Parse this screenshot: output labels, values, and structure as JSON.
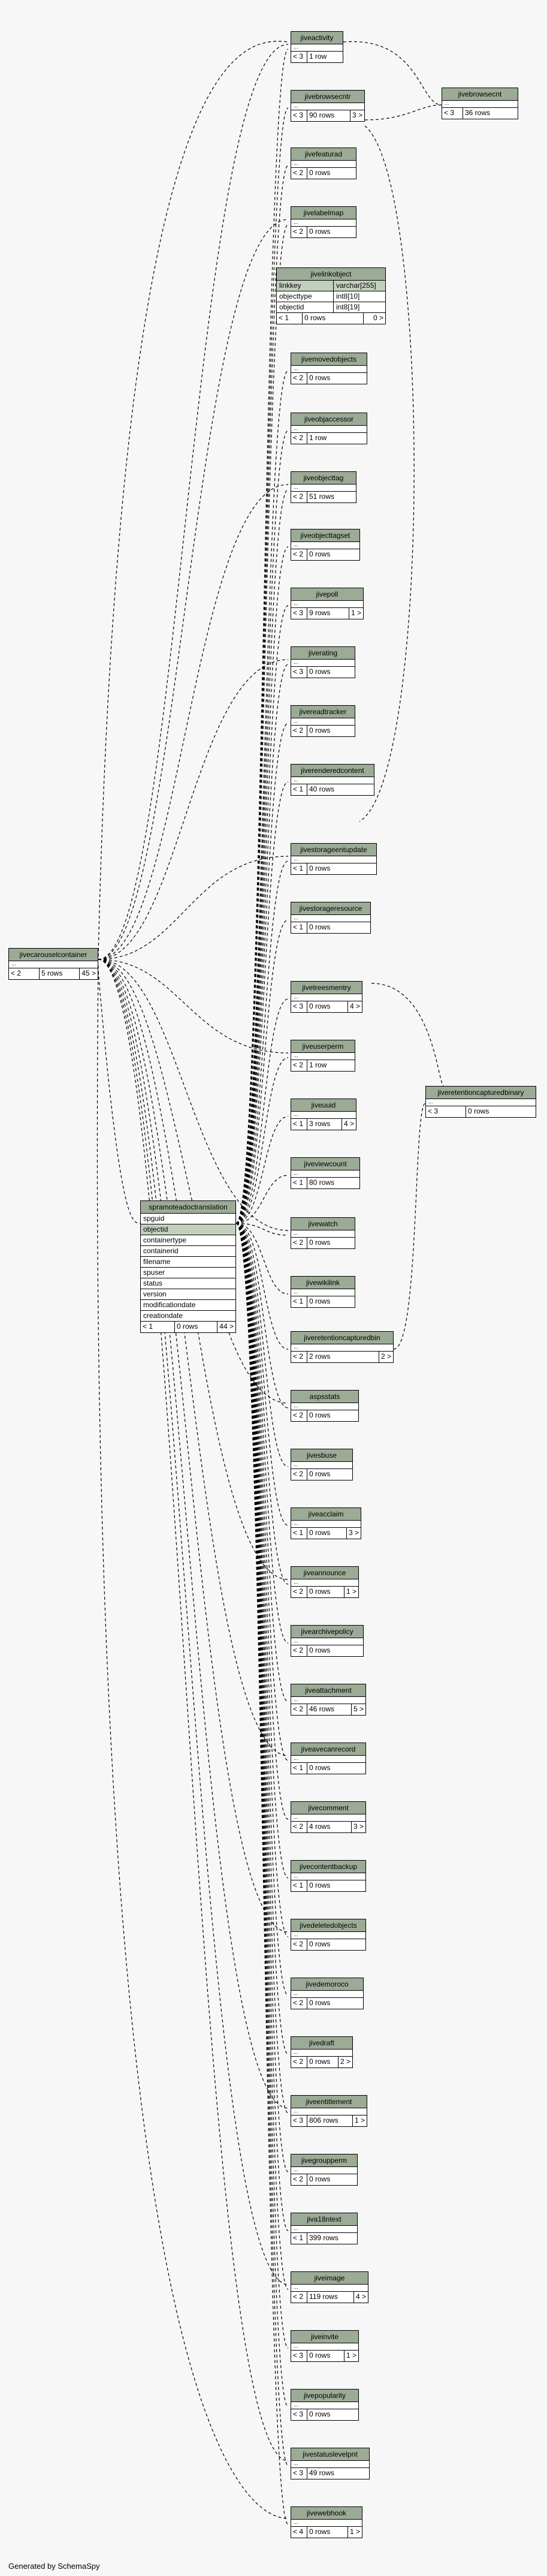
{
  "footer": {
    "generated_by": "Generated by SchemaSpy"
  },
  "main_table": {
    "name": "spramoteadoctranslation",
    "columns": [
      "spguid",
      "objectid",
      "containertype",
      "containerid",
      "filename",
      "spuser",
      "status",
      "version",
      "modificationdate",
      "creationdate"
    ],
    "footer": [
      "< 1",
      "0 rows",
      "44 >"
    ]
  },
  "carousel": {
    "name": "jivecarouselcontainer",
    "footer": [
      "< 2",
      "5 rows",
      "45 >"
    ]
  },
  "linkobject": {
    "name": "jivelinkobject",
    "rows": [
      [
        "linkkey",
        "varchar[255]"
      ],
      [
        "objecttype",
        "int8[10]"
      ],
      [
        "objectid",
        "int8[19]"
      ]
    ],
    "footer": [
      "< 1",
      "0 rows",
      "0 >"
    ]
  },
  "browsecnt": {
    "name": "jivebrowsecnt",
    "footer": [
      "< 3",
      "36 rows",
      ""
    ]
  },
  "capturedbinary": {
    "name": "jiveretentioncapturedbinary",
    "footer": [
      "< 3",
      "0 rows",
      ""
    ]
  },
  "tables": [
    {
      "name": "jiveactivity",
      "footer": [
        "< 3",
        "1 row",
        ""
      ]
    },
    {
      "name": "jivebrowsecntr",
      "footer": [
        "< 3",
        "90 rows",
        "3 >"
      ]
    },
    {
      "name": "jivefeaturad",
      "footer": [
        "< 2",
        "0 rows",
        ""
      ]
    },
    {
      "name": "jivelabelmap",
      "footer": [
        "< 2",
        "0 rows",
        ""
      ]
    },
    {
      "name": "jivemovedobjects",
      "footer": [
        "< 2",
        "0 rows",
        ""
      ]
    },
    {
      "name": "jiveobjaccessor",
      "footer": [
        "< 2",
        "1 row",
        ""
      ]
    },
    {
      "name": "jiveobjecttag",
      "footer": [
        "< 2",
        "51 rows",
        ""
      ]
    },
    {
      "name": "jiveobjecttagset",
      "footer": [
        "< 2",
        "0 rows",
        ""
      ]
    },
    {
      "name": "jivepoll",
      "footer": [
        "< 3",
        "9 rows",
        "1 >"
      ]
    },
    {
      "name": "jiverating",
      "footer": [
        "< 3",
        "0 rows",
        ""
      ]
    },
    {
      "name": "jivereadtracker",
      "footer": [
        "< 2",
        "0 rows",
        ""
      ]
    },
    {
      "name": "jiverenderedcontent",
      "footer": [
        "< 1",
        "40 rows",
        ""
      ]
    },
    {
      "name": "jivestorageentupdate",
      "footer": [
        "< 1",
        "0 rows",
        ""
      ]
    },
    {
      "name": "jivestorageresource",
      "footer": [
        "< 1",
        "0 rows",
        ""
      ]
    },
    {
      "name": "jivetreesmentry",
      "footer": [
        "< 3",
        "0 rows",
        "4 >"
      ]
    },
    {
      "name": "jiveuserperm",
      "footer": [
        "< 2",
        "1 row",
        ""
      ]
    },
    {
      "name": "jiveuuid",
      "footer": [
        "< 1",
        "3 rows",
        "4 >"
      ]
    },
    {
      "name": "jiveviewcount",
      "footer": [
        "< 1",
        "80 rows",
        ""
      ]
    },
    {
      "name": "jivewatch",
      "footer": [
        "< 2",
        "0 rows",
        ""
      ]
    },
    {
      "name": "jivewikilink",
      "footer": [
        "< 1",
        "0 rows",
        ""
      ]
    },
    {
      "name": "jiveretentioncapturedbin",
      "footer": [
        "< 2",
        "2 rows",
        "2 >"
      ]
    },
    {
      "name": "aspsstats",
      "footer": [
        "< 2",
        "0 rows",
        ""
      ]
    },
    {
      "name": "jivesbuse",
      "footer": [
        "< 2",
        "0 rows",
        ""
      ]
    },
    {
      "name": "jiveacclaim",
      "footer": [
        "< 1",
        "0 rows",
        "3 >"
      ]
    },
    {
      "name": "jiveannounce",
      "footer": [
        "< 2",
        "0 rows",
        "1 >"
      ]
    },
    {
      "name": "jivearchivepolicy",
      "footer": [
        "< 2",
        "0 rows",
        ""
      ]
    },
    {
      "name": "jiveattachment",
      "footer": [
        "< 2",
        "46 rows",
        "5 >"
      ]
    },
    {
      "name": "jiveavecanrecord",
      "footer": [
        "< 1",
        "0 rows",
        ""
      ]
    },
    {
      "name": "jivecomment",
      "footer": [
        "< 2",
        "4 rows",
        "3 >"
      ]
    },
    {
      "name": "jivecontentbackup",
      "footer": [
        "< 1",
        "0 rows",
        ""
      ]
    },
    {
      "name": "jivedeletedobjects",
      "footer": [
        "< 2",
        "0 rows",
        ""
      ]
    },
    {
      "name": "jivedemoroco",
      "footer": [
        "< 2",
        "0 rows",
        ""
      ]
    },
    {
      "name": "jivedraft",
      "footer": [
        "< 2",
        "0 rows",
        "2 >"
      ]
    },
    {
      "name": "jiveentitlement",
      "footer": [
        "< 3",
        "806 rows",
        "1 >"
      ]
    },
    {
      "name": "jivegroupperm",
      "footer": [
        "< 2",
        "0 rows",
        ""
      ]
    },
    {
      "name": "jiva18ntext",
      "footer": [
        "< 1",
        "399 rows",
        ""
      ]
    },
    {
      "name": "jiveimage",
      "footer": [
        "< 2",
        "119 rows",
        "4 >"
      ]
    },
    {
      "name": "jiveinvite",
      "footer": [
        "< 3",
        "0 rows",
        "1 >"
      ]
    },
    {
      "name": "jivepopularity",
      "footer": [
        "< 3",
        "0 rows",
        ""
      ]
    },
    {
      "name": "jivestatuslevelpnt",
      "footer": [
        "< 3",
        "49 rows",
        ""
      ]
    },
    {
      "name": "jivewebhook",
      "footer": [
        "< 4",
        "0 rows",
        "1 >"
      ]
    }
  ]
}
